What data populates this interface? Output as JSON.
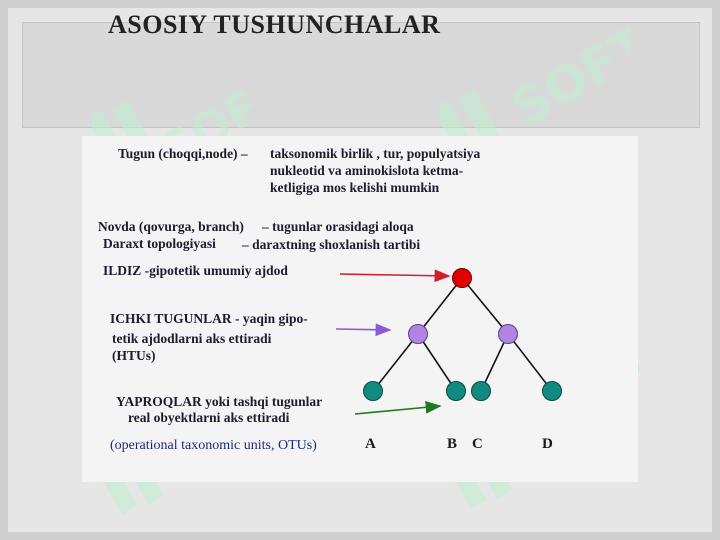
{
  "title": "ASOSIY TUSHUNCHALAR",
  "definitions": {
    "node_term": "Tugun (choqqi,node) –",
    "node_def_1": "taksonomik birlik , tur, populyatsiya",
    "node_def_2": "nukleotid va aminokislota ketma-",
    "node_def_3": "ketligiga mos kelishi mumkin",
    "branch_term": "Novda (qovurga, branch)",
    "branch_def": "– tugunlar orasidagi aloqa",
    "topology_term": "Daraxt topologiyasi",
    "topology_def": "–  daraxtning shoxlanish tartibi",
    "root": "ILDIZ -gipotetik umumiy ajdod",
    "internal_1": "ICHKI TUGUNLAR - yaqin gipo-",
    "internal_2": "tetik ajdodlarni aks ettiradi",
    "internal_3": "(HTUs)",
    "leaves_1": "YAPROQLAR yoki tashqi tugunlar",
    "leaves_2": "real obyektlarni aks ettiradi",
    "otu": "(operational taxonomic units, OTUs)"
  },
  "tree": {
    "leaf_labels": [
      "A",
      "B",
      "C",
      "D"
    ]
  },
  "colors": {
    "root_node": "#e00000",
    "internal_node": "#b084e0",
    "leaf_node": "#138a7f",
    "root_arrow": "#d0202a",
    "internal_arrow": "#8a5ad8",
    "leaf_arrow": "#1f7a1f"
  }
}
